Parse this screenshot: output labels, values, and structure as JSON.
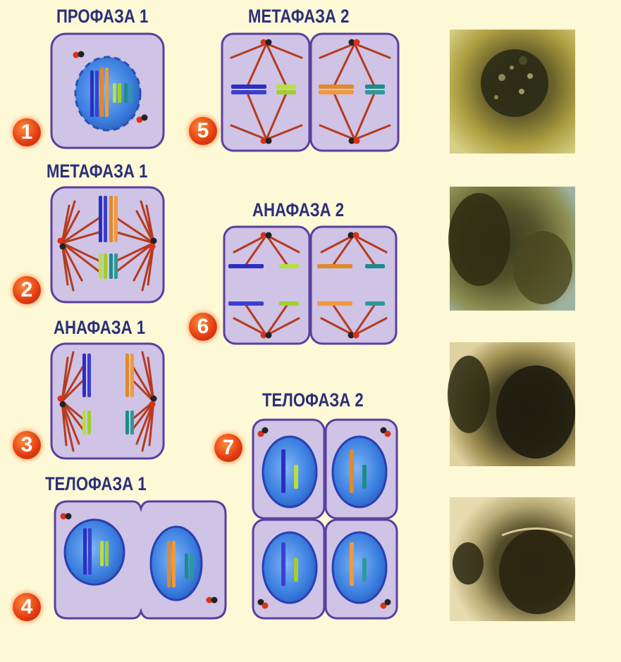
{
  "phases": {
    "p1": {
      "title": "ПРОФАЗА 1",
      "number": "1"
    },
    "p2": {
      "title": "МЕТАФАЗА 1",
      "number": "2"
    },
    "p3": {
      "title": "АНАФАЗА 1",
      "number": "3"
    },
    "p4": {
      "title": "ТЕЛОФАЗА 1",
      "number": "4"
    },
    "p5": {
      "title": "МЕТАФАЗА 2",
      "number": "5"
    },
    "p6": {
      "title": "АНАФАЗА 2",
      "number": "6"
    },
    "p7": {
      "title": "ТЕЛОФАЗА 2",
      "number": "7"
    }
  },
  "colors": {
    "background": "#fdf8d6",
    "cell_fill": "#cfc3e6",
    "cell_border": "#5a3f9e",
    "nucleus": "#3b7fe0",
    "spindle": "#b53a1e",
    "chromosome_blue": "#2a2fc0",
    "chromosome_orange": "#e08a2a",
    "chromosome_lime": "#b8e03a",
    "chromosome_teal": "#1f8a8a",
    "label": "#2a2f7a",
    "badge": "#e23a10"
  },
  "photos": [
    "micrograph-1",
    "micrograph-2",
    "micrograph-3",
    "micrograph-4"
  ]
}
